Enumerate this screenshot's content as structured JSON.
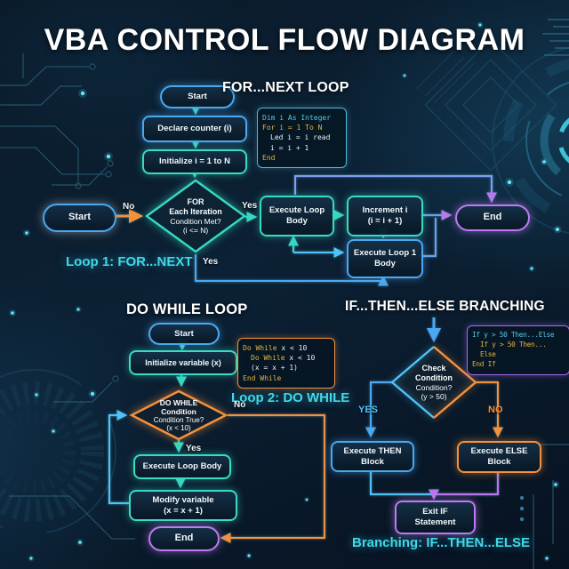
{
  "title": "VBA CONTROL FLOW DIAGRAM",
  "palette": {
    "background": "#0a1a29",
    "teal": "#38dcc4",
    "blue": "#4aa8f0",
    "light_blue": "#4fc3f7",
    "orange": "#f5913c",
    "purple": "#bd7bf2",
    "caption_cyan": "#3fd9ea",
    "code_gold": "#e6b33e",
    "code_cyan": "#55c9ea",
    "text_white": "#ffffff"
  },
  "for_next": {
    "header": "FOR...NEXT LOOP",
    "caption": "Loop 1: FOR...NEXT",
    "start_top": "Start",
    "declare": "Declare counter (i)",
    "init": "Initialize i = 1 to N",
    "start_left": "Start",
    "diamond": {
      "l1": "FOR",
      "l2": "Each Iteration",
      "l3": "Condition Met?",
      "l4": "(i <= N)"
    },
    "exec_body": "Execute Loop\nBody",
    "increment": "Increment i\n(i = i + 1)",
    "exec_body2": "Execute Loop 1\nBody",
    "end": "End",
    "labels": {
      "no": "No",
      "yes_right": "Yes",
      "yes_bottom": "Yes"
    },
    "code": {
      "l1": "Dim i As Integer",
      "l2": "For i = 1 To N",
      "l3": "Led i = i read",
      "l4": "i = i + 1",
      "l5": "End"
    }
  },
  "do_while": {
    "header": "DO WHILE LOOP",
    "caption": "Loop 2: DO WHILE",
    "start": "Start",
    "init": "Initialize variable (x)",
    "diamond": {
      "l1": "DO WHILE",
      "l2": "Condition",
      "l3": "Condition True?",
      "l4": "(x < 10)"
    },
    "exec_body": "Execute Loop Body",
    "modify": "Modify variable\n(x = x + 1)",
    "end": "End",
    "labels": {
      "no": "No",
      "yes": "Yes"
    },
    "code": {
      "l1_kw": "Do While",
      "l1_expr": "x < 10",
      "l2_kw": "Do While",
      "l2_expr": "x < 10",
      "l3": "(x = x + 1)",
      "l4": "End While"
    }
  },
  "if_else": {
    "header": "IF...THEN...ELSE BRANCHING",
    "caption": "Branching: IF...THEN...ELSE",
    "diamond": {
      "l1": "Check",
      "l2": "Condition",
      "l3": "Condition?",
      "l4": "(y > 50)"
    },
    "then_block": "Execute THEN\nBlock",
    "else_block": "Execute ELSE\nBlock",
    "exit": "Exit IF\nStatement",
    "labels": {
      "yes": "YES",
      "no": "NO"
    },
    "code": {
      "l1": "If y > 50 Then...Else",
      "l2": "If y > 50 Then...",
      "l3": "Else",
      "l4": "End If"
    }
  }
}
